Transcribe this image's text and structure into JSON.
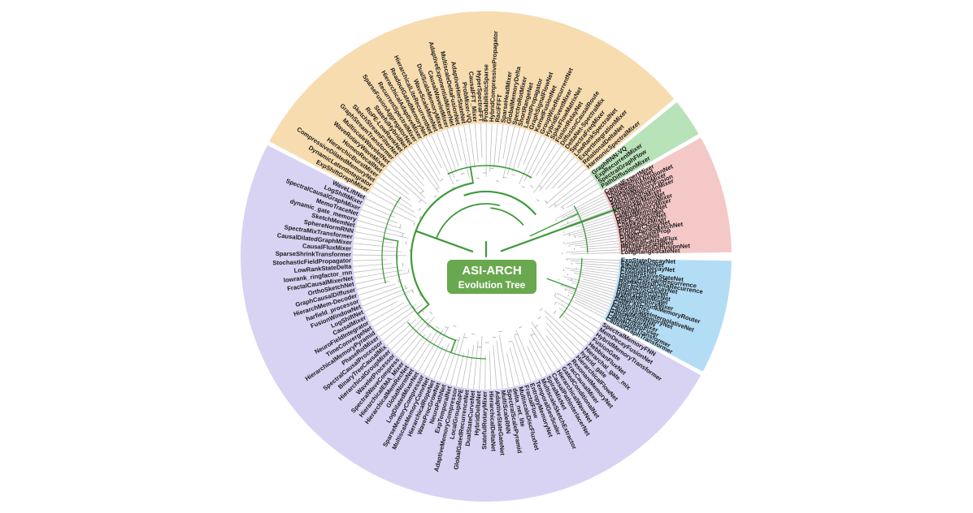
{
  "center": {
    "title": "ASI-ARCH",
    "subtitle": "Evolution Tree",
    "color": "#6aa84f"
  },
  "colors": {
    "branch": "#3f9a3a",
    "leaf_line": "#bdbdbd",
    "label": "#1a1a1a"
  },
  "sectors": [
    {
      "id": "orange",
      "color": "#f7dcaf",
      "labels": [
        "ExpShiftGraphMixer",
        "DynamicLatentIntegrator",
        "CompressiveDilatedMemoryNet",
        "HierarchicBurstMixer",
        "HomeoRecallNet",
        "WaveRotaryWaveMixer",
        "MultiscaleWaveletNet",
        "GraphStreamTransformer",
        "SketchStreamFilterNet",
        "RoPE-LowRankNet",
        "StatefulHybridNet",
        "SparseFusionAggregatorNet",
        "RecurrentSpectralMixer",
        "HierarchicalAdaptiveMixer",
        "ReadoutGatedMemoryNet",
        "HierarchicalLiteRecurrentNet",
        "WaveScaleMemNet",
        "DualScaleMemoryMixer",
        "CausalWaveletMixer",
        "AdaptiveExponentialMixerNet",
        "MultiscaleDeltaFusionNet",
        "AdaptiveHierStateNet",
        "ProbMixer-VQ",
        "CausalFFT_Mixer",
        "HyperSpectraFFT",
        "ProbabilisticSparse",
        "HybridCompressivePropagator",
        "RaciFFFT",
        "SparseHeadMixer",
        "GlobalMemoryDelta",
        "SpectroRotMixer",
        "ShortRangeNet",
        "LatentPropagator",
        "GraphSignalFlowNet",
        "KernelFusionNet",
        "GroupWiseRecurrentNet",
        "HybridEventMixer",
        "SpikeFlowMatrixNet",
        "FusionRelayNet",
        "DiffusionCausalRoute",
        "DeltaNet-SpectralMix",
        "SpectraFreqMixer",
        "LowRankSpectralNet",
        "ExpertIntegrationMixer",
        "RelationalDeltaNet",
        "HarmonicSpectralMixer"
      ]
    },
    {
      "id": "green",
      "color": "#b8e2b8",
      "labels": [
        "GraphRNN-VQ",
        "ExpRecurrentMixer",
        "SpectralGraphFlow",
        "PathDiffusionMixer"
      ]
    },
    {
      "id": "pink",
      "color": "#f5c8c8",
      "labels": [
        "CausalExpertMixer",
        "NeuralMemoryNet",
        "LoopSketchAttentionNet",
        "OverlapWindowMixer",
        "SpectralMemoryFusion",
        "SpectralDiffusionMixer",
        "FusionSpikeMixer",
        "KroneckerMemNet",
        "GraphDiffusionMixer",
        "LatentMemoryMixer",
        "GlobalMemoryNet",
        "RoPE-ScaledNet",
        "ChebyStreamNet",
        "StateSpaceMixer",
        "FrontierChebyNet",
        "ExpoChunkSketchNet",
        "GraphChunkProp",
        "CondenseNet",
        "SpectralCausalFlux",
        "HarmonicFieldNet",
        "GraphFieldDiffusionNet",
        "LongRangeStateNet"
      ]
    },
    {
      "id": "blue",
      "color": "#b3dcf5",
      "labels": [
        "ExoStateDecayNet",
        "FactorMemNet",
        "AdaptiveDecayNet",
        "ExoStateNet",
        "CompressiveStateNet",
        "GammaStreamRecurrence",
        "DecayGatedDeltaRecurrence",
        "RoPEStateDecayNet",
        "HierarchScaleNet",
        "RopeStateGateNet",
        "RotaryDeltaModel",
        "HybridMemoryMixer",
        "AdaptiveChunkMemoryRouter",
        "StateLiteRec",
        "CompressiveInterpolativeNet",
        "FactorizedMemoryNet",
        "CausalMemRNN",
        "GatedScalarMixer",
        "CausalTokenFuser",
        "LatentStateTransformer",
        "CausalGraphTransformer"
      ]
    },
    {
      "id": "purple",
      "color": "#d8d2f3",
      "labels": [
        "SpectralMemoryFNN",
        "MemDecayFusionNet",
        "HybridMemoryTransformer",
        "FusionGate",
        "HebbianFluxNet",
        "Hierarchal_gate_mix",
        "hybrid_gate",
        "HierarchicalFlowNet",
        "ResonantMemoryNet",
        "FracCausalMixer",
        "GatedConditionalNet",
        "HierarchicalWaveNet",
        "CausalPathInterlacerNet",
        "SpiralMixNet",
        "MultiscaleSketchExtractor",
        "TemporalGeoScaler",
        "EntropyMemoryNet",
        "FractalFlow",
        "MultiscaleDiscFluxNet",
        "delta_net_lite",
        "SpectralScalePyramid",
        "MultiScaleRNN",
        "AdaptiveStateGateNet",
        "HierarchicalDeltaNet",
        "StatefulRotaryMixer",
        "HybridDeltaNet",
        "DualStateCurveNet",
        "GlobalGatedRecurrenceNet",
        "LocalGroupRoPE",
        "AdaptiveMemoryCompressor",
        "ExpTemporalNet",
        "NeuroPathNet",
        "WaveProcGrowNet",
        "HierarchicalRopeNet",
        "MultiscaleMemoryConvNet",
        "SparseMemoryCompressor",
        "LogDilatedMixerNet",
        "GlobalNormNet",
        "HierarchicalMemRecNet",
        "HierarchicalEMA_Mixer",
        "SpectralWaveCompress",
        "WaveletProcessor",
        "HierarchicalGroupMixer",
        "BinaryTreeCausalMix",
        "SpectralCausalProcessor",
        "PhaseRotMixer",
        "HierarchicalMemoryPyramid",
        "TimeConvergeNet",
        "NeuroFieldIntegrator",
        "CausalMixer",
        "LogShiftNet",
        "FusionWindowNet",
        "harfield_processor",
        "HierarchMem-Decoder",
        "GraphCausalDiffuser",
        "OrthoSketchNet",
        "FractalCausalMixerNet",
        "lowrank_ringfactor_rnn",
        "LowRankStateDelta",
        "StochasticFieldPropagator",
        "SparseShrinkTransformer",
        "CausalFluxMixer",
        "CausalDilatedGraphMixer",
        "SpectraMixTransformer",
        "SphereNormRNN",
        "SketchMemNet",
        "dynamic_gate_memory",
        "MemoTraceNet",
        "SpectralCausalGraphMixer",
        "LogShiftMixer",
        "WaveLiftNet"
      ]
    }
  ]
}
